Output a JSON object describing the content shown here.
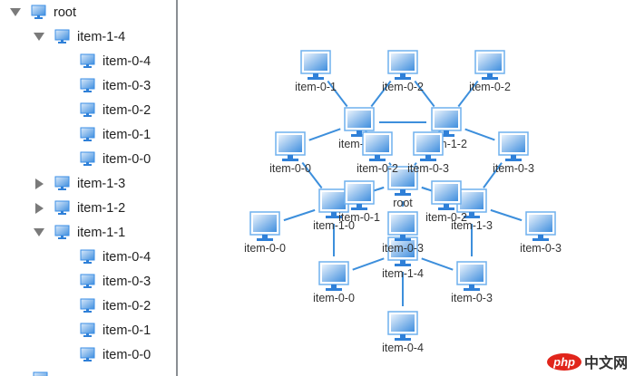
{
  "tree": {
    "rows": [
      {
        "label": "root",
        "depth": 0,
        "toggle": "expanded"
      },
      {
        "label": "item-1-4",
        "depth": 1,
        "toggle": "expanded"
      },
      {
        "label": "item-0-4",
        "depth": 2,
        "toggle": "none"
      },
      {
        "label": "item-0-3",
        "depth": 2,
        "toggle": "none"
      },
      {
        "label": "item-0-2",
        "depth": 2,
        "toggle": "none"
      },
      {
        "label": "item-0-1",
        "depth": 2,
        "toggle": "none"
      },
      {
        "label": "item-0-0",
        "depth": 2,
        "toggle": "none"
      },
      {
        "label": "item-1-3",
        "depth": 1,
        "toggle": "collapsed"
      },
      {
        "label": "item-1-2",
        "depth": 1,
        "toggle": "collapsed"
      },
      {
        "label": "item-1-1",
        "depth": 1,
        "toggle": "expanded"
      },
      {
        "label": "item-0-4",
        "depth": 2,
        "toggle": "none"
      },
      {
        "label": "item-0-3",
        "depth": 2,
        "toggle": "none"
      },
      {
        "label": "item-0-2",
        "depth": 2,
        "toggle": "none"
      },
      {
        "label": "item-0-1",
        "depth": 2,
        "toggle": "none"
      },
      {
        "label": "item-0-0",
        "depth": 2,
        "toggle": "none"
      },
      {
        "label": "",
        "depth": 1,
        "toggle": "none"
      }
    ]
  },
  "graph": {
    "nodes": [
      {
        "id": "root",
        "label": "root"
      },
      {
        "id": "n10",
        "label": "item-1-0"
      },
      {
        "id": "n11",
        "label": "item-1-1"
      },
      {
        "id": "n12",
        "label": "item-1-2"
      },
      {
        "id": "n13",
        "label": "item-1-3"
      },
      {
        "id": "n14",
        "label": "item-1-4"
      },
      {
        "id": "a1",
        "label": "item-0-1"
      },
      {
        "id": "a2",
        "label": "item-0-2"
      },
      {
        "id": "a3",
        "label": "item-0-2"
      },
      {
        "id": "b1",
        "label": "item-0-0"
      },
      {
        "id": "b2",
        "label": "item-0-2"
      },
      {
        "id": "b3",
        "label": "item-0-3"
      },
      {
        "id": "b4",
        "label": "item-0-3"
      },
      {
        "id": "c1",
        "label": "item-0-1"
      },
      {
        "id": "c2",
        "label": "item-0-2"
      },
      {
        "id": "d1",
        "label": "item-0-0"
      },
      {
        "id": "d2",
        "label": "item-0-3"
      },
      {
        "id": "e0",
        "label": "item-0-3"
      },
      {
        "id": "e1",
        "label": "item-0-0"
      },
      {
        "id": "e2",
        "label": "item-0-3"
      },
      {
        "id": "f1",
        "label": "item-0-4"
      }
    ],
    "edges": [
      [
        "a1",
        "n11"
      ],
      [
        "a2",
        "n11"
      ],
      [
        "a2",
        "n12"
      ],
      [
        "a3",
        "n12"
      ],
      [
        "b1",
        "n11"
      ],
      [
        "b2",
        "n11"
      ],
      [
        "b3",
        "n12"
      ],
      [
        "b4",
        "n12"
      ],
      [
        "n11",
        "n12"
      ],
      [
        "b2",
        "root"
      ],
      [
        "b3",
        "root"
      ],
      [
        "c1",
        "n10"
      ],
      [
        "c2",
        "n13"
      ],
      [
        "c1",
        "root"
      ],
      [
        "c2",
        "root"
      ],
      [
        "d1",
        "n10"
      ],
      [
        "d2",
        "n13"
      ],
      [
        "n10",
        "root"
      ],
      [
        "n13",
        "root"
      ],
      [
        "root",
        "e0"
      ],
      [
        "e0",
        "n14"
      ],
      [
        "e1",
        "n14"
      ],
      [
        "e2",
        "n14"
      ],
      [
        "f1",
        "n14"
      ],
      [
        "n10",
        "e1"
      ],
      [
        "n13",
        "e2"
      ],
      [
        "b1",
        "n10"
      ],
      [
        "b4",
        "n13"
      ]
    ]
  },
  "watermark": {
    "badge": "php",
    "text": "中文网"
  },
  "colors": {
    "accent": "#3a8ee6",
    "edge": "#3d8fdc",
    "divider": "#8a8e93"
  }
}
